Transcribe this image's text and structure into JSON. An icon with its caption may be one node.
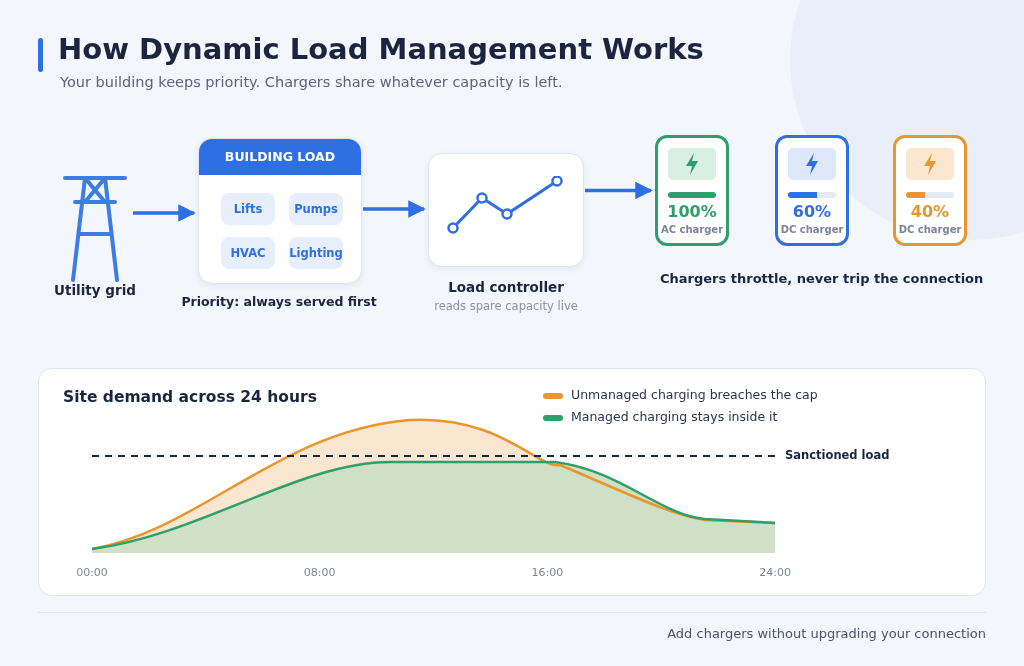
{
  "diagram": {
    "title": "How Dynamic Load Management Works",
    "nodes": [
      {
        "text": [
          "Utility grid"
        ]
      },
      {
        "text": [
          "BUILDING LOAD"
        ],
        "beside": [
          "Priority: always served first"
        ]
      },
      {
        "text": [
          "Lifts"
        ],
        "in": 1
      },
      {
        "text": [
          "Pumps"
        ],
        "in": 1
      },
      {
        "text": [
          "HVAC"
        ],
        "in": 1
      },
      {
        "text": [
          "Lighting"
        ],
        "in": 1
      },
      {
        "text": [
          "Load controller",
          "reads spare capacity live"
        ]
      },
      {
        "text": [
          "100%",
          "AC charger"
        ]
      },
      {
        "text": [
          "60%",
          "DC charger"
        ]
      },
      {
        "text": [
          "40%",
          "DC charger"
        ]
      }
    ],
    "edges": [
      {
        "from": 0,
        "to": 1,
        "arrow": "to"
      },
      {
        "from": 1,
        "to": 6,
        "arrow": "to"
      },
      {
        "from": 6,
        "to": 7,
        "arrow": "to"
      }
    ],
    "labels": [
      "Your building keeps priority. Chargers share whatever capacity is left.",
      "Chargers throttle, never trip the connection",
      "Site demand across 24 hours",
      "Sanctioned load",
      "00:00",
      "08:00",
      "16:00",
      "24:00",
      "Add chargers without upgrading your connection"
    ],
    "legend": [
      {
        "text": "Unmanaged charging breaches the cap",
        "color": "#e8962e"
      },
      {
        "text": "Managed charging stays inside it",
        "color": "#2e9e6a"
      }
    ]
  }
}
